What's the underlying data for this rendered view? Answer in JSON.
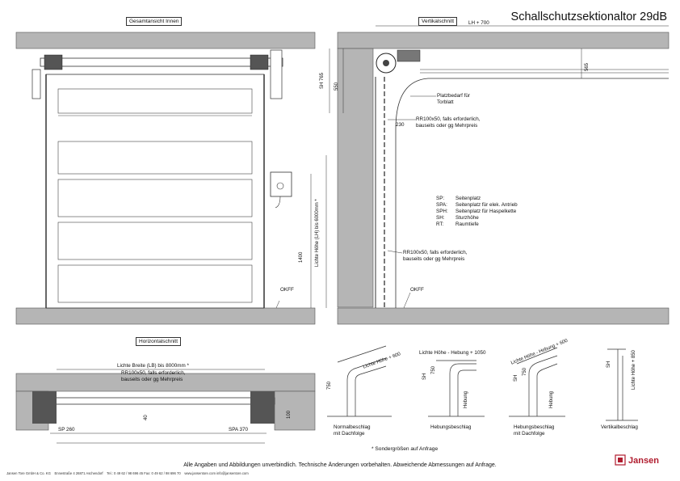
{
  "title": "Schallschutzsektionaltor 29dB",
  "views": {
    "inside": "Gesamtansicht Innen",
    "vertical": "Vertikalschnitt",
    "horizontal": "Horizontalschnitt"
  },
  "dims": {
    "lh700": "LH + 700",
    "sh765": "SH 765",
    "d550": "550",
    "d565": "565",
    "d230": "230",
    "d1400": "1400",
    "lichte_hoehe": "Lichte Höhe (LH) bis 6000mm *",
    "lichte_breite": "Lichte Breite (LB) bis 8000mm *",
    "d40": "40",
    "d100": "100",
    "sp260": "SP 260",
    "spa370": "SPA 370"
  },
  "notes": {
    "platzbedarf_1": "Platzbedarf für",
    "platzbedarf_2": "Torblatt",
    "rr_1": "RR100x50, falls erforderlich,",
    "rr_2": "bauseits oder gg Mehrpreis",
    "okff": "OKFF"
  },
  "legend": [
    {
      "code": "SP:",
      "text": "Seitenplatz"
    },
    {
      "code": "SPA:",
      "text": "Seitenplatz für elek. Antrieb"
    },
    {
      "code": "SPH:",
      "text": "Seitenplatz für Haspelkette"
    },
    {
      "code": "SH:",
      "text": "Sturzhöhe"
    },
    {
      "code": "RT:",
      "text": "Raumtiefe"
    }
  ],
  "fittings": [
    {
      "caption1": "Normalbeschlag",
      "caption2": "mit Dachfolge",
      "top": "Lichte Höhe + 600",
      "dim": "750"
    },
    {
      "caption1": "Hebungsbeschlag",
      "caption2": "",
      "top": "Lichte Höhe - Hebung + 1050",
      "sh": "SH",
      "dim": "750",
      "heb": "Hebung"
    },
    {
      "caption1": "Hebungsbeschlag",
      "caption2": "mit Dachfolge",
      "top": "Lichte Höhe - Hebung + 600",
      "sh": "SH",
      "dim": "750",
      "heb": "Hebung"
    },
    {
      "caption1": "Vertikalbeschlag",
      "caption2": "",
      "top": "Lichte Höhe + 850",
      "sh": "SH"
    }
  ],
  "sonder": "* Sondergrößen auf Anfrage",
  "footer": "Alle Angaben und Abbildungen unverbindlich. Technische Änderungen vorbehalten. Abweichende Abmessungen auf Anfrage.",
  "footer_small": {
    "company": "Jansen Tore   GmbH & Co. KG",
    "address": "Ennestraße 4   26871 Aschendorf",
    "tel": "Tel.: 0 49 62 / 98 696 45   Fax: 0 49 62 / 98 696 70",
    "web": "www.jansentore.com   info@jansentore.com"
  },
  "logo": "Jansen"
}
